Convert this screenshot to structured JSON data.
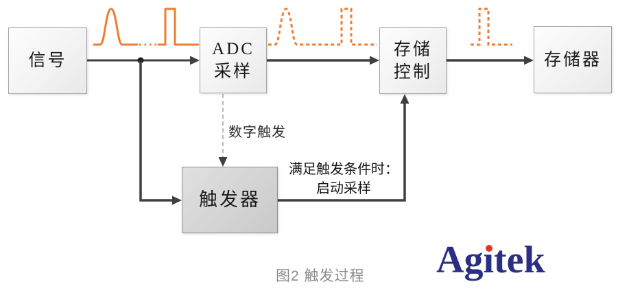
{
  "diagram": {
    "boxes": {
      "signal": {
        "label": "信号"
      },
      "adc": {
        "line1": "ADC",
        "line2": "采样"
      },
      "storage_control": {
        "line1": "存储",
        "line2": "控制"
      },
      "memory": {
        "label": "存储器"
      },
      "trigger": {
        "label": "触发器"
      }
    },
    "labels": {
      "digital_trigger": "数字触发",
      "trigger_condition_line1": "满足触发条件时：",
      "trigger_condition_line2": "启动采样"
    },
    "waveforms": {
      "input": "solid orange analog pulse followed by square pulse",
      "sampled": "dashed orange analog pulse followed by square pulse",
      "stored": "dashed orange square pulse"
    },
    "colors": {
      "waveform_orange": "#ED7D31",
      "arrow_dark": "#3F3F3F",
      "dashed_connector_gray": "#ABABAB",
      "box_border": "#A3A3A3",
      "trigger_box_fill": "#D3D3D3",
      "caption_gray": "#8B8B8B",
      "logo_navy": "#2B2E85",
      "logo_dot_red": "#E5332A"
    }
  },
  "caption": "图2 触发过程",
  "logo": {
    "text": "Agitek",
    "part1": "Ag",
    "dotless_i": "ı",
    "part2": "tek"
  }
}
